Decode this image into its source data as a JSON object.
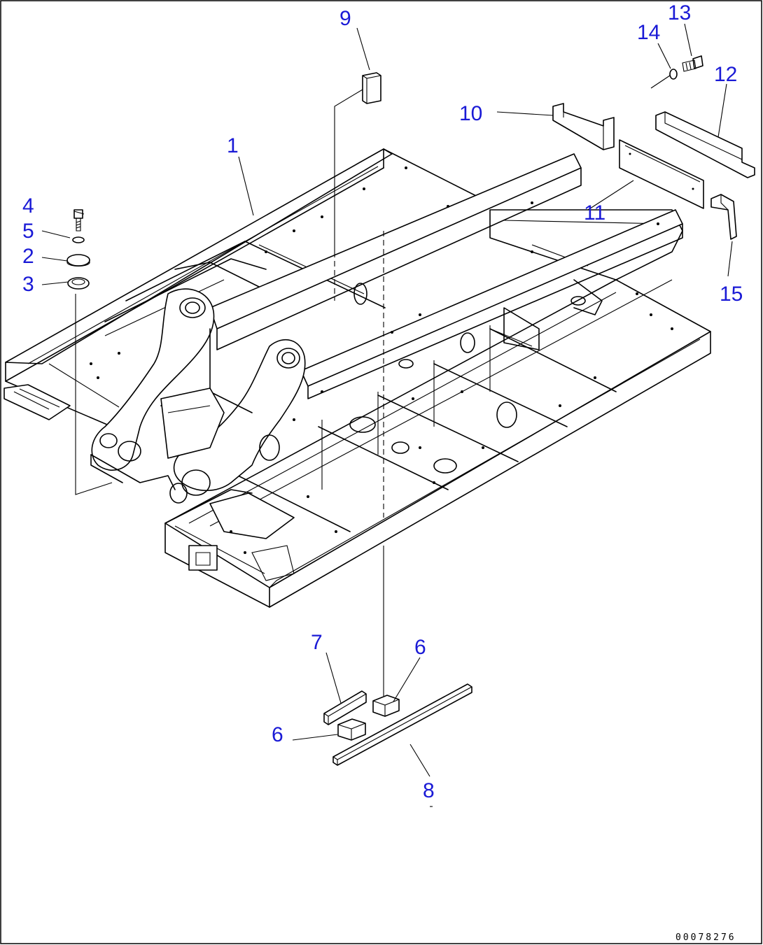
{
  "diagram": {
    "document_number": "00078276",
    "callouts": [
      {
        "id": "c1",
        "label": "1"
      },
      {
        "id": "c2",
        "label": "2"
      },
      {
        "id": "c3",
        "label": "3"
      },
      {
        "id": "c4",
        "label": "4"
      },
      {
        "id": "c5",
        "label": "5"
      },
      {
        "id": "c6a",
        "label": "6"
      },
      {
        "id": "c6b",
        "label": "6"
      },
      {
        "id": "c7",
        "label": "7"
      },
      {
        "id": "c8",
        "label": "8"
      },
      {
        "id": "c9",
        "label": "9"
      },
      {
        "id": "c10",
        "label": "10"
      },
      {
        "id": "c11",
        "label": "11"
      },
      {
        "id": "c12",
        "label": "12"
      },
      {
        "id": "c13",
        "label": "13"
      },
      {
        "id": "c14",
        "label": "14"
      },
      {
        "id": "c15",
        "label": "15"
      }
    ],
    "colors": {
      "callout": "#1a1ad6",
      "linework": "#000000",
      "background": "#ffffff"
    }
  }
}
